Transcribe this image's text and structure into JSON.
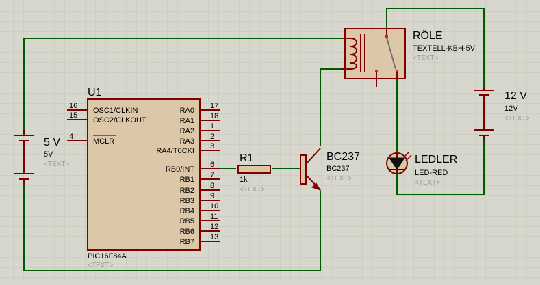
{
  "ui": {
    "colors": {
      "background": "#d7d7cd",
      "grid": "#c4c4b8",
      "wire": "#005a00",
      "component_outline": "#800000",
      "component_fill": "#dcc8a8",
      "text": "#000000",
      "placeholder": "#9a9a92"
    }
  },
  "mcu": {
    "ref": "U1",
    "part": "PIC16F84A",
    "placeholder": "<TEXT>",
    "left_pins": [
      {
        "num": "16",
        "name": "OSC1/CLKIN"
      },
      {
        "num": "15",
        "name": "OSC2/CLKOUT"
      },
      {
        "num": "4",
        "name": "MCLR"
      }
    ],
    "right_pins": [
      {
        "num": "17",
        "name": "RA0"
      },
      {
        "num": "18",
        "name": "RA1"
      },
      {
        "num": "1",
        "name": "RA2"
      },
      {
        "num": "2",
        "name": "RA3"
      },
      {
        "num": "3",
        "name": "RA4/T0CKI"
      },
      {
        "num": "6",
        "name": "RB0/INT"
      },
      {
        "num": "7",
        "name": "RB1"
      },
      {
        "num": "8",
        "name": "RB2"
      },
      {
        "num": "9",
        "name": "RB3"
      },
      {
        "num": "10",
        "name": "RB4"
      },
      {
        "num": "11",
        "name": "RB5"
      },
      {
        "num": "12",
        "name": "RB6"
      },
      {
        "num": "13",
        "name": "RB7"
      }
    ]
  },
  "battery_5v": {
    "ref": "5 V",
    "value": "5V",
    "placeholder": "<TEXT>"
  },
  "battery_12v": {
    "ref": "12 V",
    "value": "12V",
    "placeholder": "<TEXT>"
  },
  "resistor": {
    "ref": "R1",
    "value": "1k",
    "placeholder": "<TEXT>"
  },
  "transistor": {
    "ref": "BC237",
    "value": "BC237",
    "placeholder": "<TEXT>"
  },
  "relay": {
    "ref": "RÖLE",
    "value": "TEXTELL-KBH-5V",
    "placeholder": "<TEXT>"
  },
  "led": {
    "ref": "LEDLER",
    "value": "LED-RED",
    "placeholder": "<TEXT>"
  }
}
